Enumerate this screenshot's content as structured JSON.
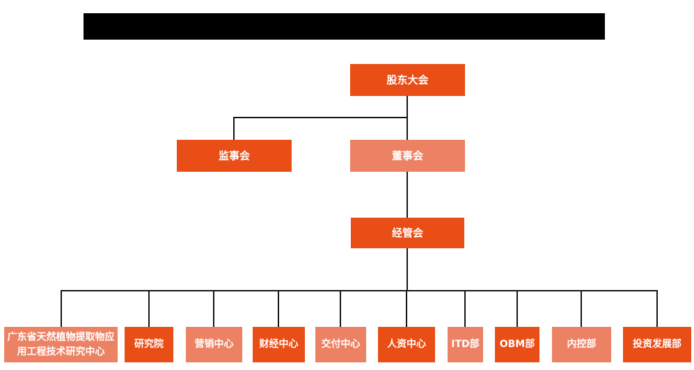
{
  "colors": {
    "node_dark": "#e94e17",
    "node_light": "#ec8163",
    "node_text": "#ffffff",
    "line": "#141414",
    "redaction": "#000000",
    "background": "#ffffff"
  },
  "org_chart": {
    "shareholders": {
      "label": "股东大会",
      "tone": "dark"
    },
    "supervisors": {
      "label": "监事会",
      "tone": "dark"
    },
    "board": {
      "label": "董事会",
      "tone": "light"
    },
    "management": {
      "label": "经管会",
      "tone": "dark"
    },
    "departments": [
      {
        "label": "广东省天然植物提取物应用工程技术研究中心",
        "tone": "light"
      },
      {
        "label": "研究院",
        "tone": "dark"
      },
      {
        "label": "营销中心",
        "tone": "light"
      },
      {
        "label": "财经中心",
        "tone": "dark"
      },
      {
        "label": "交付中心",
        "tone": "light"
      },
      {
        "label": "人资中心",
        "tone": "dark"
      },
      {
        "label": "ITD部",
        "tone": "light"
      },
      {
        "label": "OBM部",
        "tone": "dark"
      },
      {
        "label": "内控部",
        "tone": "light"
      },
      {
        "label": "投资发展部",
        "tone": "dark"
      }
    ]
  }
}
